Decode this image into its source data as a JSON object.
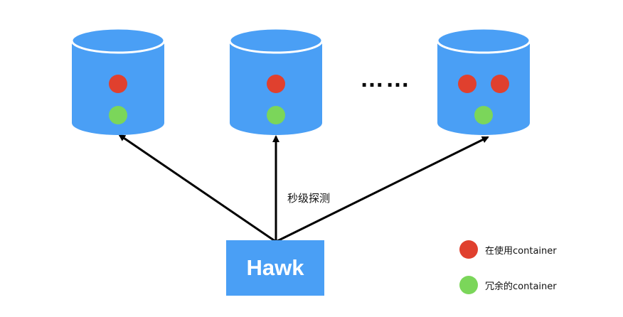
{
  "hawk": {
    "label": "Hawk"
  },
  "edge_label": "秒级探测",
  "ellipsis": "……",
  "hosts": [
    {
      "in_use": 1,
      "redundant": 1
    },
    {
      "in_use": 1,
      "redundant": 1
    },
    {
      "in_use": 2,
      "redundant": 1
    }
  ],
  "legend": {
    "in_use": {
      "label": "在使用container",
      "color": "#e0402e"
    },
    "redundant": {
      "label": "冗余的container",
      "color": "#7bd65a"
    }
  },
  "colors": {
    "cylinder": "#4a9ff5",
    "arrow": "#000000",
    "hawk_box": "#4a9ff5"
  }
}
